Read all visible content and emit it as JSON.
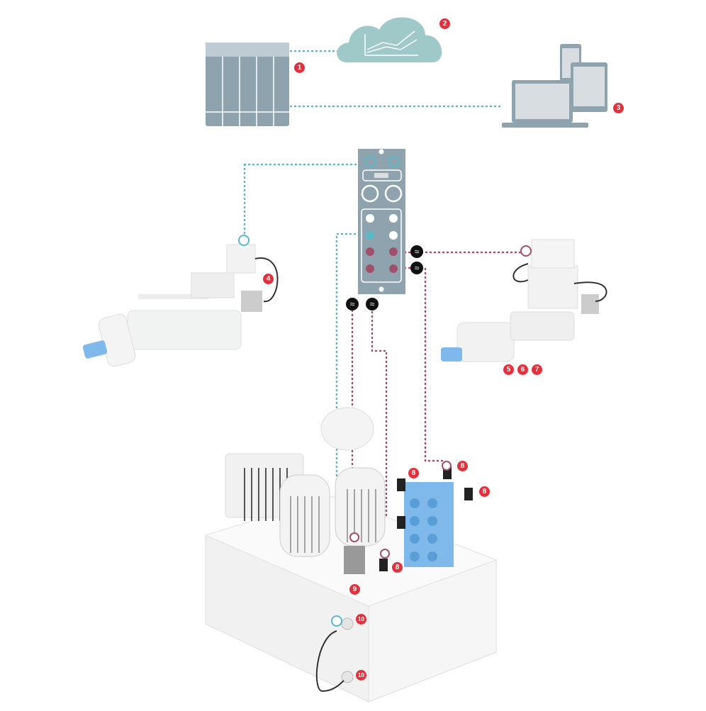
{
  "colors": {
    "ethernet": "#5bb8c9",
    "iolink": "#a0506a",
    "badge": "#e0323c",
    "device": "#8fa3ae",
    "actuator": "#7fb8ea"
  },
  "badges": [
    {
      "label": "1",
      "for": "plc"
    },
    {
      "label": "2",
      "for": "cloud"
    },
    {
      "label": "3",
      "for": "mobile-devices"
    },
    {
      "label": "4",
      "for": "cylinder-left"
    },
    {
      "label": "5",
      "for": "cylinder-right"
    },
    {
      "label": "6",
      "for": "cylinder-right"
    },
    {
      "label": "7",
      "for": "cylinder-right"
    },
    {
      "label": "8",
      "for": "valve"
    },
    {
      "label": "8",
      "for": "valve"
    },
    {
      "label": "8",
      "for": "valve"
    },
    {
      "label": "8",
      "for": "valve"
    },
    {
      "label": "9",
      "for": "sensor"
    },
    {
      "label": "10",
      "for": "tank-port"
    },
    {
      "label": "10",
      "for": "tank-port"
    }
  ],
  "icons": {
    "converter": "signal-converter-icon"
  }
}
